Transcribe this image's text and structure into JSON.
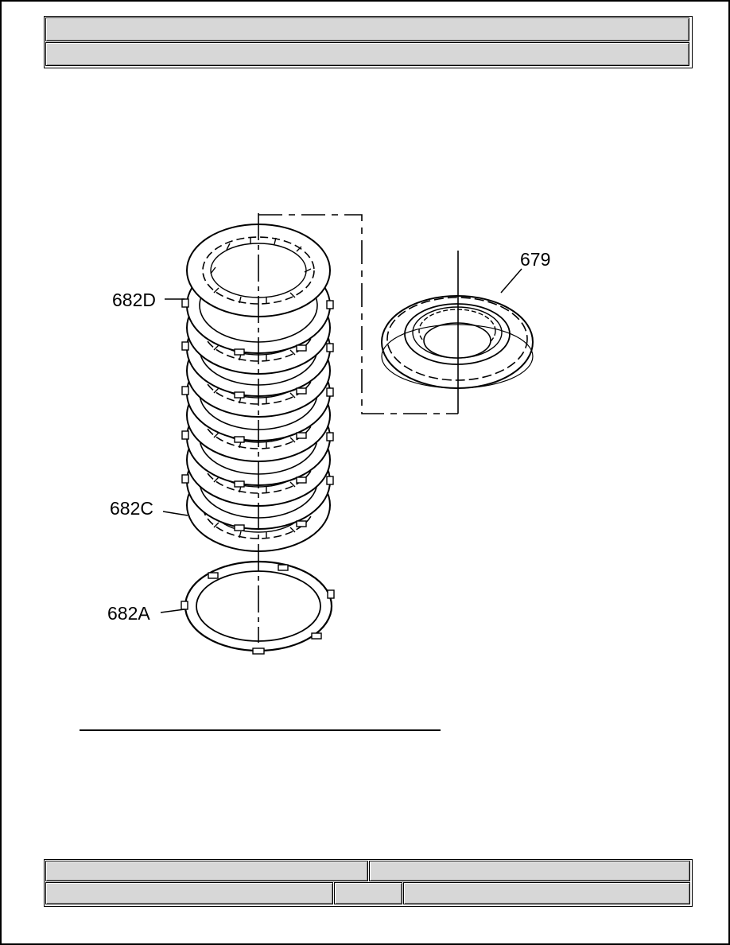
{
  "header": {
    "title": "",
    "subtitle": ""
  },
  "figure": {
    "callouts": {
      "c679": "679",
      "c682D": "682D",
      "c682C": "682C",
      "c682A": "682A"
    }
  },
  "footer": {
    "cell1": "",
    "cell2": "",
    "cell3": "",
    "cell4": "",
    "cell5": ""
  }
}
